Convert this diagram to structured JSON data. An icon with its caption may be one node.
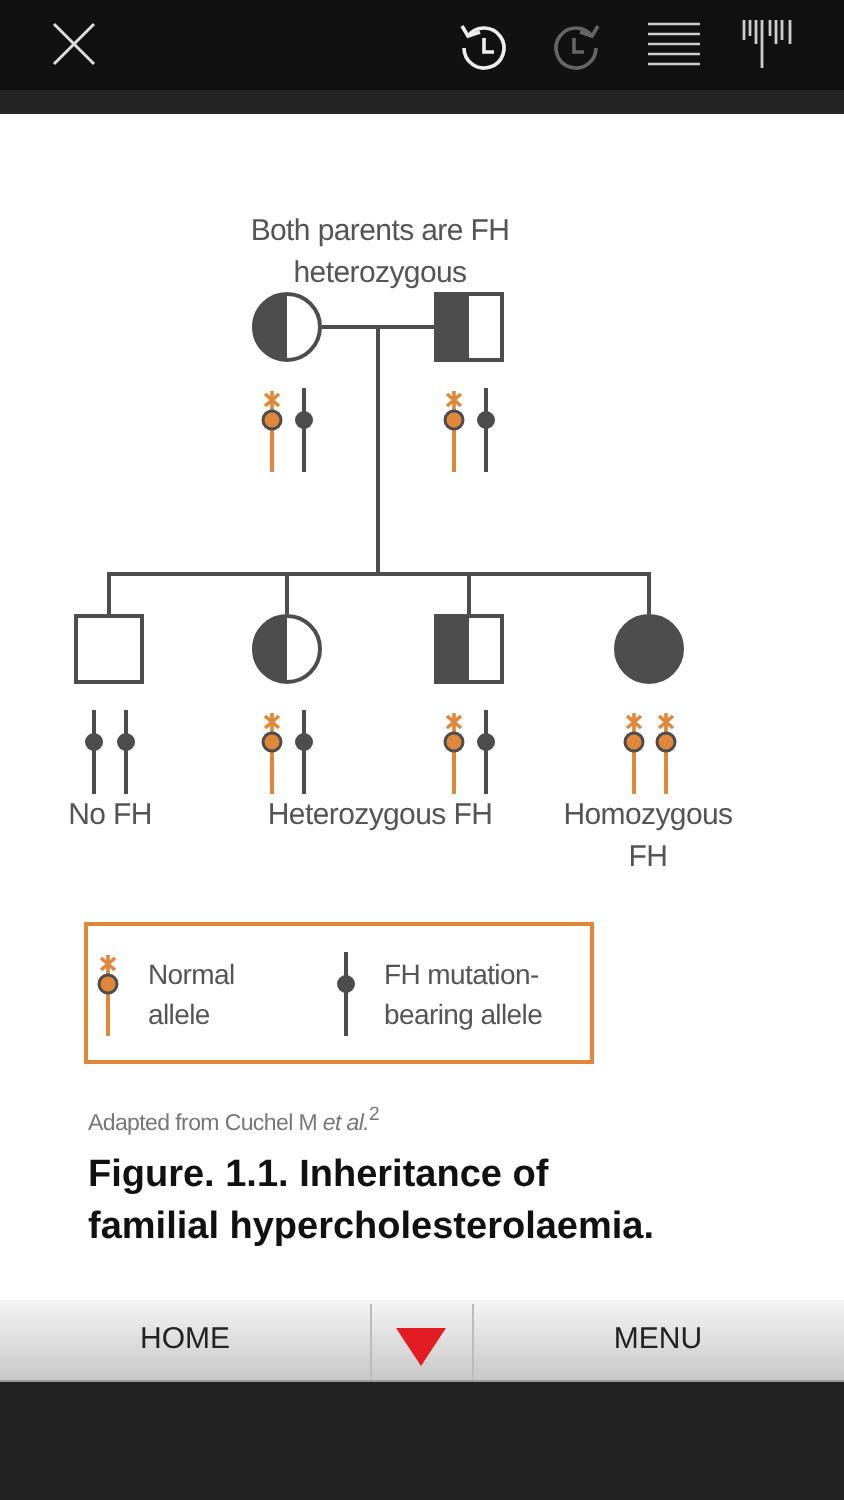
{
  "diagram": {
    "caption": "Figure. 1.1. Inheritance of familial hypercholesterolaemia.",
    "nodes": [
      {
        "text": [],
        "shape": "circle"
      },
      {
        "text": [],
        "shape": "box"
      },
      {
        "text": [],
        "shape": "box"
      },
      {
        "text": [],
        "shape": "circle"
      },
      {
        "text": [],
        "shape": "box"
      },
      {
        "text": [],
        "shape": "circle"
      }
    ],
    "edges": [
      {
        "from": 0,
        "to": 1,
        "arrow": "none"
      },
      {
        "from": 0,
        "to": 2,
        "arrow": "none"
      },
      {
        "from": 0,
        "to": 3,
        "arrow": "none"
      },
      {
        "from": 0,
        "to": 4,
        "arrow": "none"
      },
      {
        "from": 0,
        "to": 5,
        "arrow": "none"
      },
      {
        "from": 1,
        "to": 2,
        "arrow": "none"
      },
      {
        "from": 1,
        "to": 3,
        "arrow": "none"
      },
      {
        "from": 1,
        "to": 4,
        "arrow": "none"
      },
      {
        "from": 1,
        "to": 5,
        "arrow": "none"
      }
    ],
    "labels": [
      "Both parents are FH heterozygous",
      "No FH",
      "Heterozygous FH",
      "Homozygous FH",
      "Adapted from Cuchel M *et al.*$^{2}$",
      "HOME",
      "MENU"
    ],
    "legend": [
      {
        "text": "Normal allele"
      },
      {
        "text": "FH mutation-bearing allele"
      }
    ]
  }
}
